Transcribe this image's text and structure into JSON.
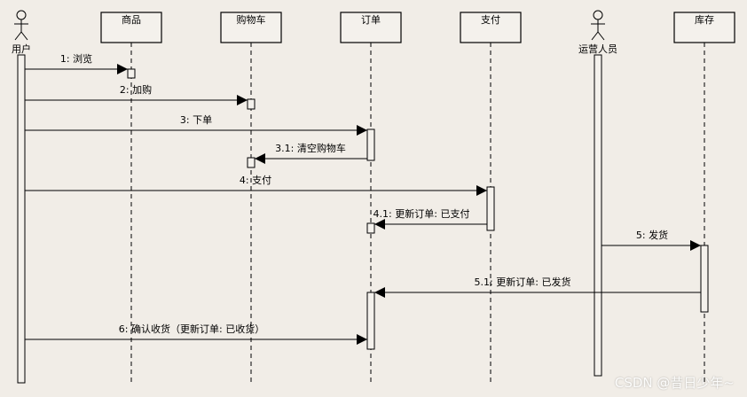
{
  "participants": [
    {
      "id": "user",
      "label": "用户",
      "kind": "actor"
    },
    {
      "id": "goods",
      "label": "商品",
      "kind": "box"
    },
    {
      "id": "cart",
      "label": "购物车",
      "kind": "box"
    },
    {
      "id": "order",
      "label": "订单",
      "kind": "box"
    },
    {
      "id": "pay",
      "label": "支付",
      "kind": "box"
    },
    {
      "id": "ops",
      "label": "运营人员",
      "kind": "actor"
    },
    {
      "id": "stock",
      "label": "库存",
      "kind": "box"
    }
  ],
  "messages": [
    {
      "label": "1: 浏览",
      "from": "user",
      "to": "goods"
    },
    {
      "label": "2: 加购",
      "from": "user",
      "to": "cart"
    },
    {
      "label": "3: 下单",
      "from": "user",
      "to": "order"
    },
    {
      "label": "3.1: 清空购物车",
      "from": "order",
      "to": "cart"
    },
    {
      "label": "4: 支付",
      "from": "user",
      "to": "pay"
    },
    {
      "label": "4.1: 更新订单: 已支付",
      "from": "pay",
      "to": "order"
    },
    {
      "label": "5: 发货",
      "from": "ops",
      "to": "stock"
    },
    {
      "label": "5.1: 更新订单: 已发货",
      "from": "stock",
      "to": "order"
    },
    {
      "label": "6: 确认收货（更新订单: 已收货）",
      "from": "user",
      "to": "order"
    }
  ],
  "watermark": "CSDN @昔日少年~"
}
